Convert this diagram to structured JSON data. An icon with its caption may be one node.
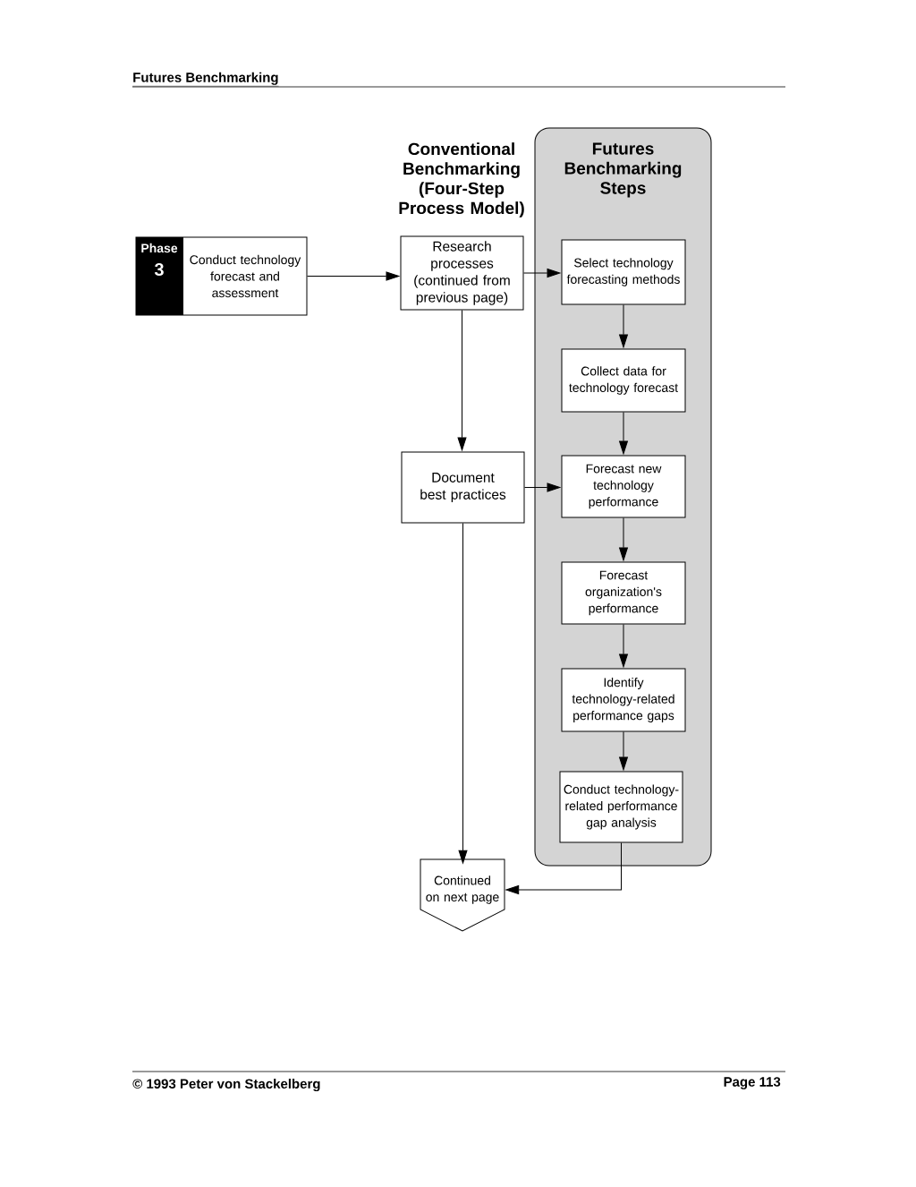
{
  "diagram": {
    "title": "Futures Benchmarking",
    "nodes": [
      {
        "text": [
          "Futures Benchmarking Steps"
        ]
      },
      {
        "text": [
          "Phase",
          "3",
          "Conduct technology forecast and assessment"
        ]
      },
      {
        "text": [
          "Research processes (continued from previous page)"
        ]
      },
      {
        "text": [
          "Select technology forecasting methods"
        ],
        "in": 0
      },
      {
        "text": [
          "Collect data for technology forecast"
        ],
        "in": 0
      },
      {
        "text": [
          "Document best practices"
        ]
      },
      {
        "text": [
          "Forecast new technology performance"
        ],
        "in": 0
      },
      {
        "text": [
          "Forecast organization's performance"
        ],
        "in": 0
      },
      {
        "text": [
          "Identify technology-related performance gaps"
        ],
        "in": 0
      },
      {
        "text": [
          "Conduct technology-related performance gap analysis"
        ],
        "in": 0
      },
      {
        "text": [
          "Continued on next page"
        ]
      }
    ],
    "edges": [
      {
        "from": 1,
        "to": 2,
        "arrow": "to"
      },
      {
        "from": 2,
        "to": 3,
        "arrow": "to"
      },
      {
        "from": 3,
        "to": 4,
        "arrow": "to"
      },
      {
        "from": 4,
        "to": 6,
        "arrow": "to"
      },
      {
        "from": 6,
        "to": 7,
        "arrow": "to"
      },
      {
        "from": 7,
        "to": 8,
        "arrow": "to"
      },
      {
        "from": 8,
        "to": 9,
        "arrow": "to"
      },
      {
        "from": 2,
        "to": 5,
        "arrow": "to"
      },
      {
        "from": 5,
        "to": 6,
        "arrow": "to"
      },
      {
        "from": 5,
        "to": 10,
        "arrow": "to"
      },
      {
        "from": 9,
        "to": 10,
        "arrow": "to"
      }
    ],
    "labels": [
      "Conventional Benchmarking (Four-Step Process Model)",
      "© 1993 Peter von Stackelberg",
      "Page 113"
    ]
  }
}
